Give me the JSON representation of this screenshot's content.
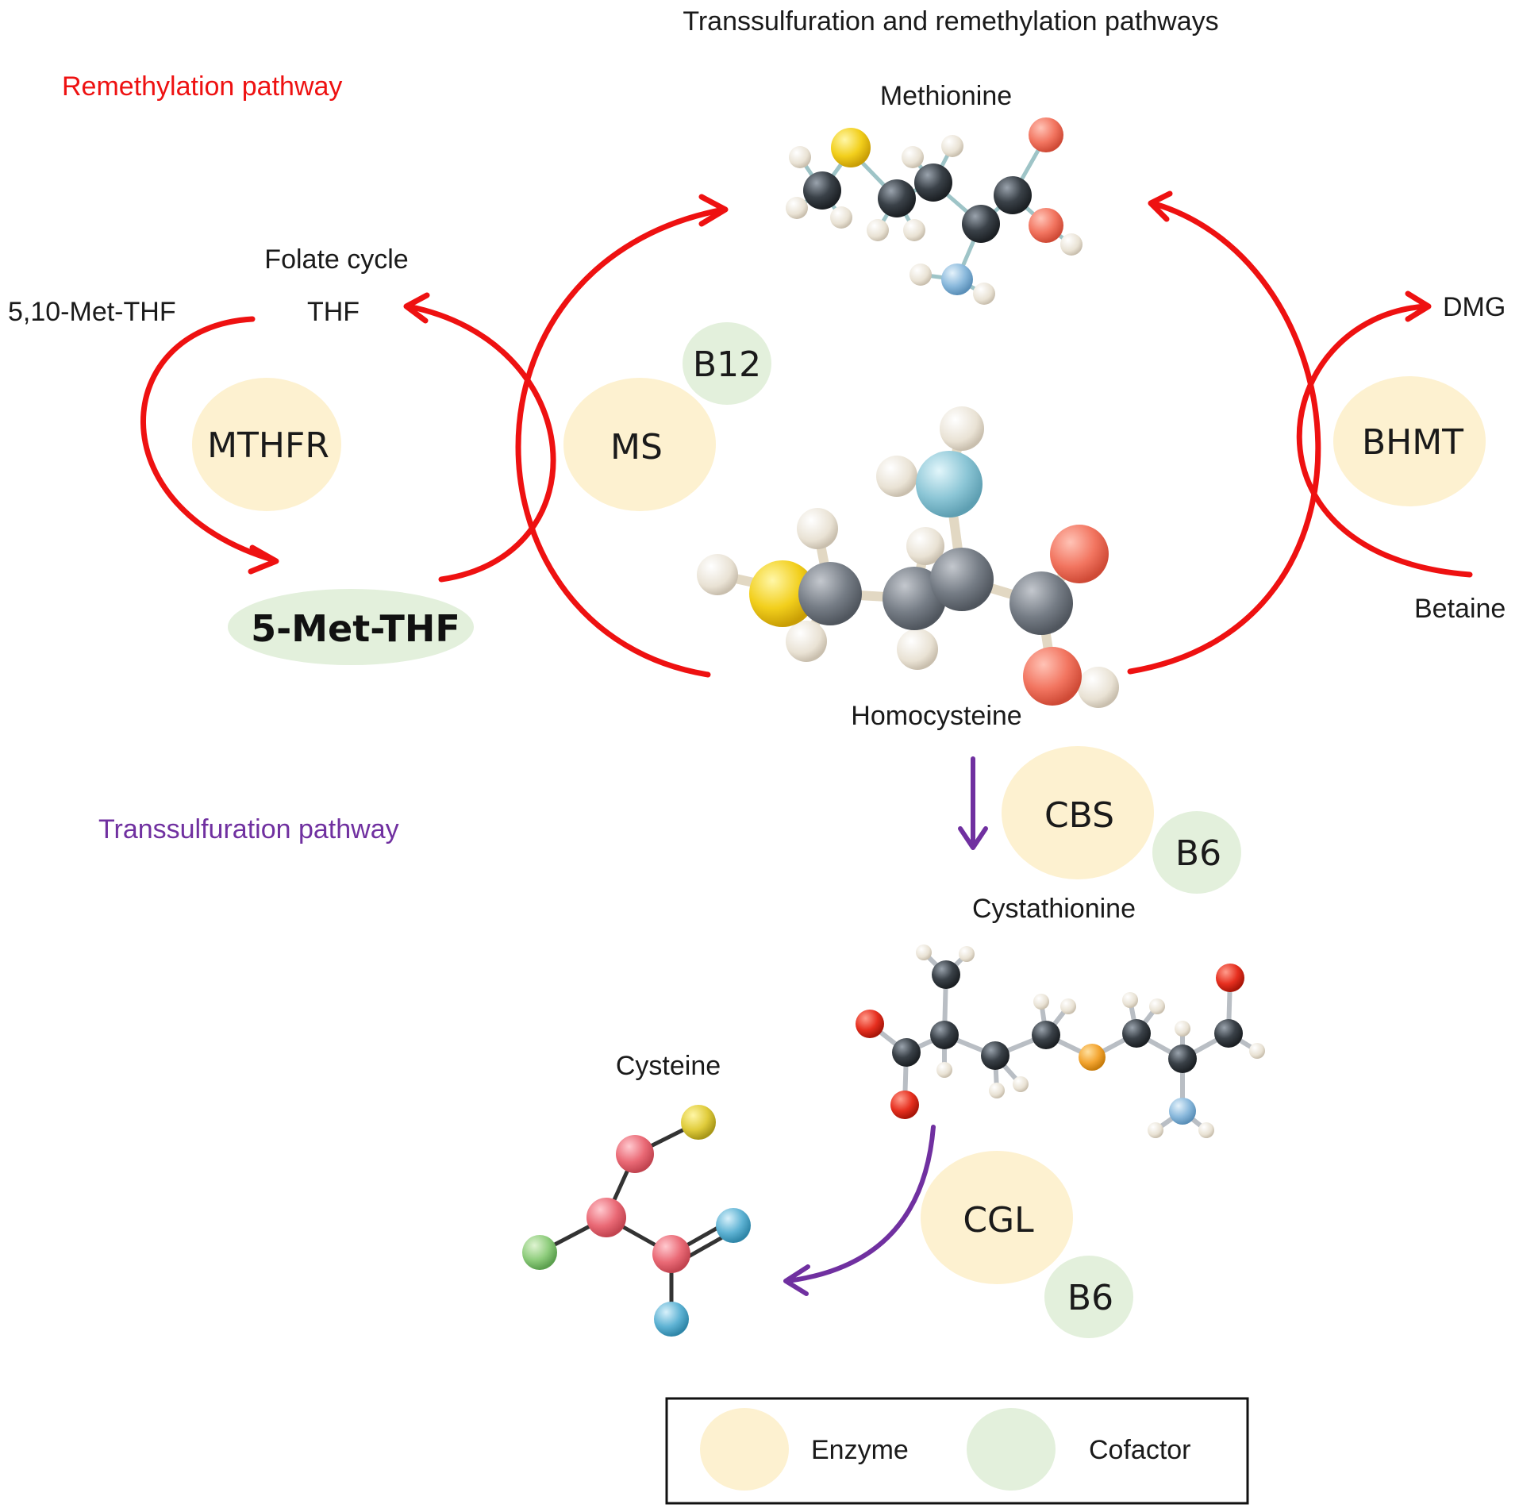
{
  "title": "Transsulfuration and remethylation pathways",
  "pathways": {
    "remethylation": "Remethylation pathway",
    "transsulfuration": "Transsulfuration pathway"
  },
  "metabolites": {
    "methionine": "Methionine",
    "homocysteine": "Homocysteine",
    "cystathionine": "Cystathionine",
    "cysteine": "Cysteine",
    "folate_cycle": "Folate cycle",
    "thf": "THF",
    "met_thf_5_10": "5,10-Met-THF",
    "met_thf_5": "5-Met-THF",
    "dmg": "DMG",
    "betaine": "Betaine"
  },
  "enzymes": {
    "mthfr": "MTHFR",
    "ms": "MS",
    "bhmt": "BHMT",
    "cbs": "CBS",
    "cgl": "CGL"
  },
  "cofactors": {
    "b12": "B12",
    "b6_cbs": "B6",
    "b6_cgl": "B6"
  },
  "legend": {
    "enzyme": "Enzyme",
    "cofactor": "Cofactor"
  },
  "colors": {
    "remethylation": "#ee1111",
    "transsulfuration": "#7030a0",
    "enzyme_fill": "#fdf1d0",
    "cofactor_fill": "#e3f0dc"
  }
}
